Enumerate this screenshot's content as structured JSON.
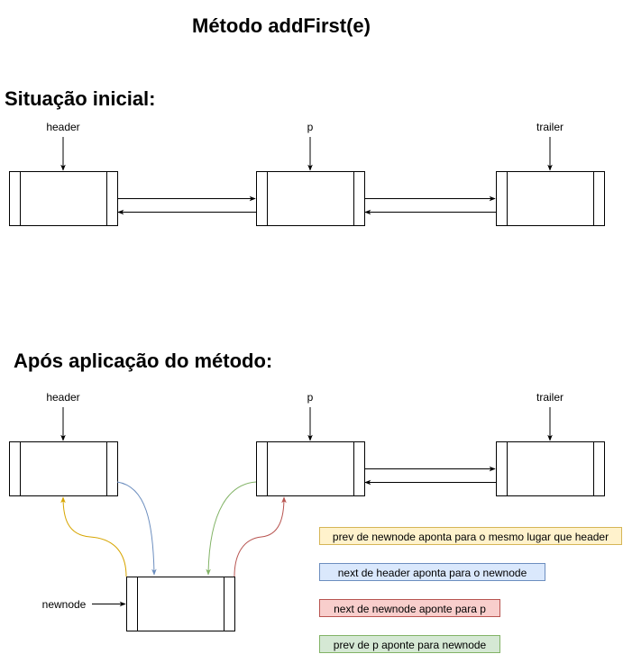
{
  "title": "Método addFirst(e)",
  "initial": {
    "heading": "Situação inicial:",
    "labels": {
      "header": "header",
      "p": "p",
      "trailer": "trailer"
    }
  },
  "after": {
    "heading": "Após aplicação do método:",
    "labels": {
      "header": "header",
      "p": "p",
      "trailer": "trailer",
      "newnode": "newnode"
    }
  },
  "notes": [
    {
      "text": "prev de newnode aponta para o mesmo lugar que header",
      "color": "#d7a500"
    },
    {
      "text": "next de header aponta para o newnode",
      "color": "#6c8ebf"
    },
    {
      "text": "next de newnode aponte para p",
      "color": "#b85450"
    },
    {
      "text": "prev de p aponte para newnode",
      "color": "#82b366"
    }
  ]
}
